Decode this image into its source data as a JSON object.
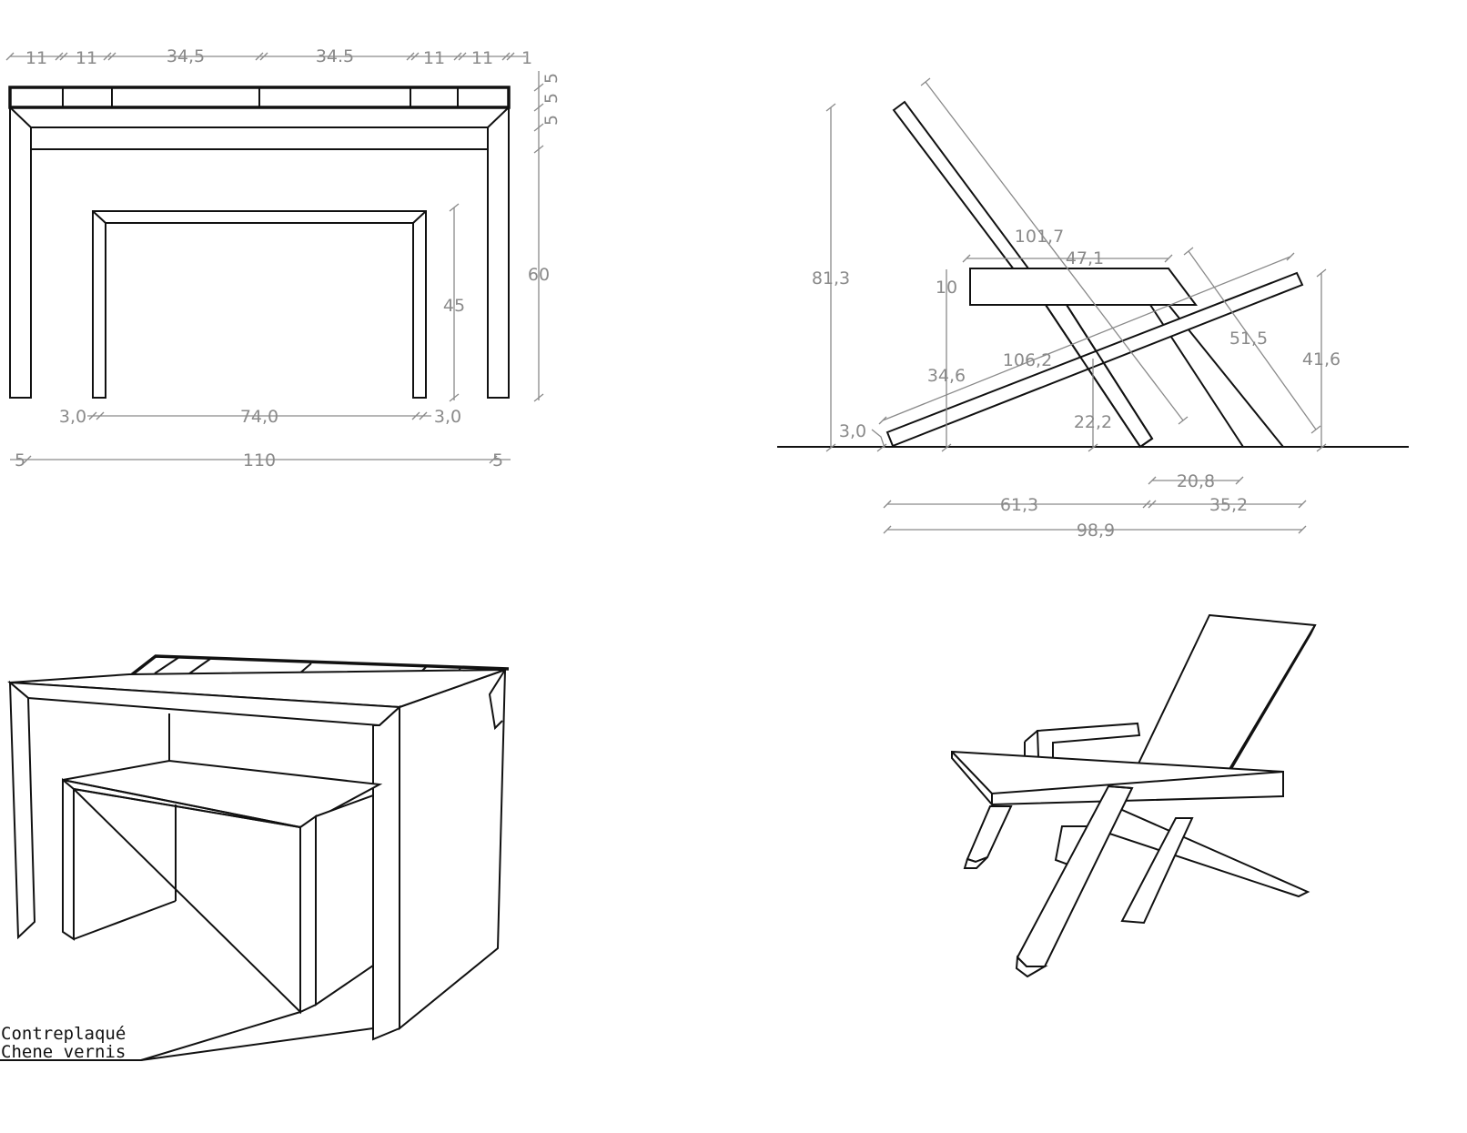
{
  "colors": {
    "object_line": "#111111",
    "dimension_line": "#8a8a8a",
    "background": "#ffffff"
  },
  "desk_front": {
    "top_dims": [
      "11",
      "11",
      "34,5",
      "34.5",
      "11",
      "11",
      "1"
    ],
    "right_dims": [
      "5",
      "5",
      "5"
    ],
    "height_total": "60",
    "stool_height": "45",
    "bottom_dims": [
      "3,0",
      "74,0",
      "3,0"
    ],
    "overall_dims": [
      "5",
      "110",
      "5"
    ]
  },
  "chair_side": {
    "height_total": "81,3",
    "backrest_length": "101,7",
    "seat_width": "47,1",
    "seat_thickness": "10",
    "seat_height": "34,6",
    "rail_length": "106,2",
    "leg_length": "51,5",
    "front_height": "41,6",
    "cross_height": "22,2",
    "foot_offset": "3,0",
    "bottom_dims": {
      "d1": "20,8",
      "d2": "61,3",
      "d3": "35,2",
      "overall": "98,9"
    }
  },
  "materials": {
    "line1": "Contreplaqué",
    "line2": "Chene  vernis"
  }
}
